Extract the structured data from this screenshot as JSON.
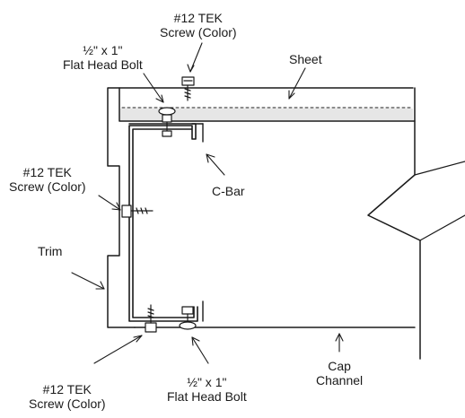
{
  "diagram": {
    "labels": {
      "tek_top": {
        "line1": "#12 TEK",
        "line2": "Screw (Color)"
      },
      "bolt_top": {
        "line1": "½\" x 1\"",
        "line2": "Flat Head Bolt"
      },
      "sheet": "Sheet",
      "tek_left": {
        "line1": "#12 TEK",
        "line2": "Screw (Color)"
      },
      "cbar": "C-Bar",
      "trim": "Trim",
      "tek_bottom": {
        "line1": "#12 TEK",
        "line2": "Screw (Color)"
      },
      "bolt_bottom": {
        "line1": "½\" x 1\"",
        "line2": "Flat Head Bolt"
      },
      "cap": {
        "line1": "Cap",
        "line2": "Channel"
      }
    },
    "colors": {
      "ink": "#1a1a1a",
      "shade": "#e6e6e6",
      "paper": "#ffffff"
    }
  }
}
